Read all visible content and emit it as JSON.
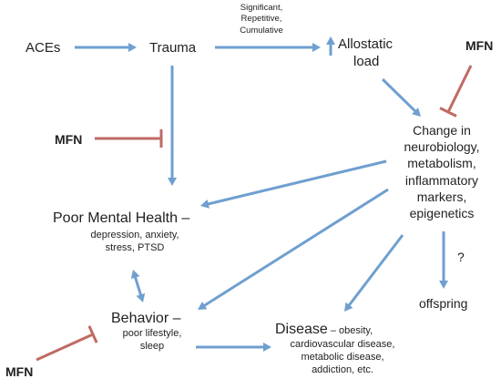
{
  "nodes": {
    "aces": "ACEs",
    "trauma": "Trauma",
    "trauma_qualifiers": [
      "Significant,",
      "Repetitive,",
      "Cumulative"
    ],
    "allostatic_load": [
      "Allostatic",
      "load"
    ],
    "mfn_top_right": "MFN",
    "mfn_left": "MFN",
    "mfn_bottom_left": "MFN",
    "change": [
      "Change in",
      "neurobiology,",
      "metabolism,",
      "inflammatory",
      "markers,",
      "epigenetics"
    ],
    "poor_mental_health": {
      "title": "Poor Mental Health –",
      "details": [
        "depression, anxiety,",
        "stress, PTSD"
      ]
    },
    "question_mark": "?",
    "offspring": "offspring",
    "behavior": {
      "title": "Behavior –",
      "details": [
        "poor lifestyle,",
        "sleep"
      ]
    },
    "disease": {
      "title": "Disease",
      "title_suffix": " – obesity,",
      "details": [
        "cardiovascular disease,",
        "metabolic disease,",
        "addiction, etc."
      ]
    }
  },
  "colors": {
    "arrow": "#6f9fcf",
    "inhibit": "#c06a64",
    "text": "#222222"
  }
}
